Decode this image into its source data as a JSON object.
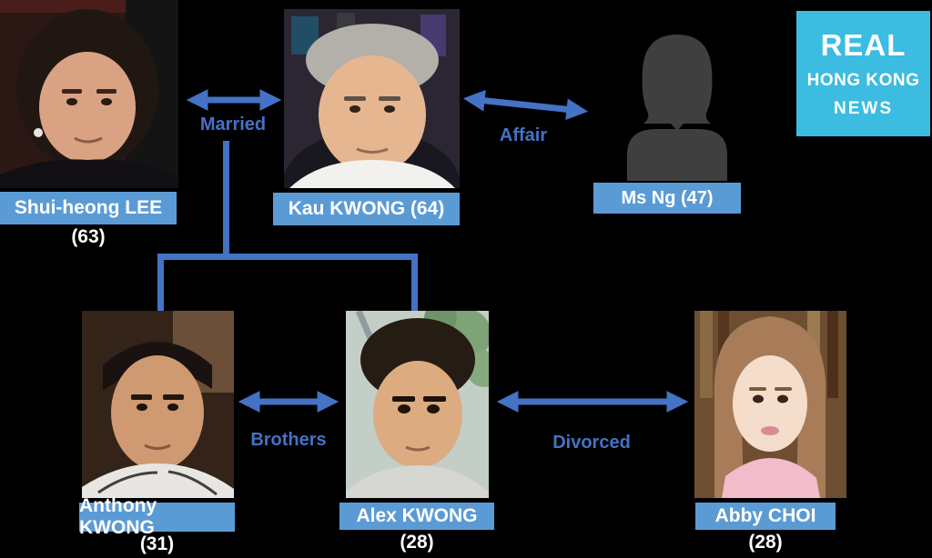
{
  "logo": {
    "lines": [
      "REAL",
      "HONG KONG",
      "NEWS"
    ]
  },
  "people": {
    "shui_heong_lee": {
      "label": "Shui-heong LEE",
      "age": "(63)"
    },
    "kau_kwong": {
      "label": "Kau KWONG (64)"
    },
    "ms_ng": {
      "label": "Ms Ng (47)"
    },
    "anthony_kwong": {
      "label": "Anthony KWONG",
      "age": "(31)"
    },
    "alex_kwong": {
      "label": "Alex KWONG",
      "age": "(28)"
    },
    "abby_choi": {
      "label": "Abby CHOI",
      "age": "(28)"
    }
  },
  "relationships": {
    "married": "Married",
    "affair": "Affair",
    "brothers": "Brothers",
    "divorced": "Divorced"
  },
  "colors": {
    "background": "#000000",
    "name_box": "#5b9bd5",
    "name_text": "#ffffff",
    "arrow_blue": "#4472c4",
    "relationship_text": "#4472c4",
    "silhouette_gray": "#3f3f3f",
    "logo_bg": "#3bbce0",
    "logo_text": "#ffffff"
  }
}
